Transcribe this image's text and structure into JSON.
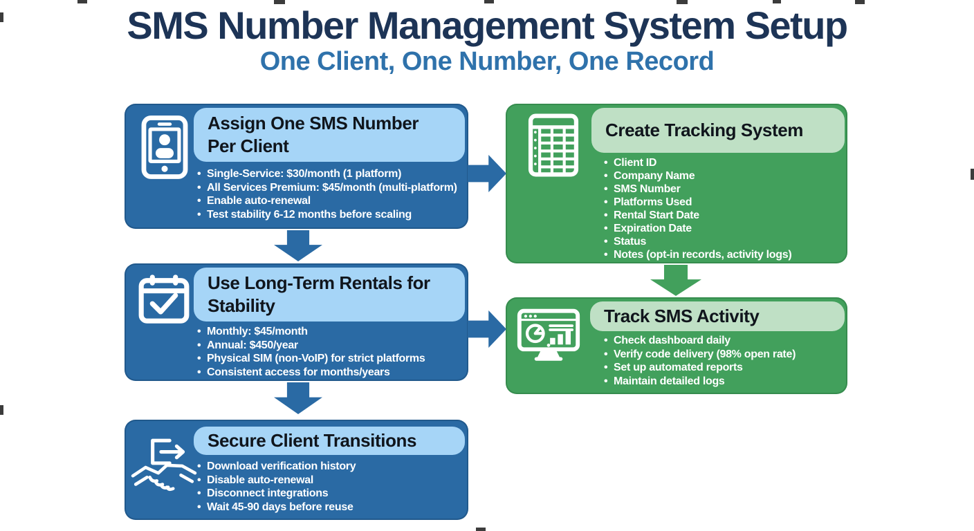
{
  "header": {
    "title": "SMS Number Management System Setup",
    "subtitle": "One Client, One Number, One Record"
  },
  "colors": {
    "blue_card": "#2a6aa4",
    "blue_title_pill": "#a6d5f7",
    "green_card": "#42a05c",
    "green_title_pill": "#bfe0c5",
    "heading_text": "#1d3456",
    "subheading_text": "#2f72ab",
    "card_title_text": "#10151c",
    "bullet_text": "#ffffff"
  },
  "cards": [
    {
      "id": "assign-number",
      "color": "blue",
      "icon": "phone-user-icon",
      "title": "Assign One SMS Number Per Client",
      "bullets": [
        "Single-Service: $30/month (1 platform)",
        "All Services Premium: $45/month (multi-platform)",
        "Enable auto-renewal",
        "Test stability 6-12 months before scaling"
      ]
    },
    {
      "id": "tracking-system",
      "color": "green",
      "icon": "spreadsheet-icon",
      "title": "Create Tracking System",
      "bullets": [
        "Client ID",
        "Company Name",
        "SMS Number",
        "Platforms Used",
        "Rental Start Date",
        "Expiration Date",
        "Status",
        "Notes (opt-in records, activity logs)"
      ]
    },
    {
      "id": "long-term-rentals",
      "color": "blue",
      "icon": "calendar-check-icon",
      "title": "Use Long-Term Rentals for Stability",
      "bullets": [
        "Monthly: $45/month",
        "Annual: $450/year",
        "Physical SIM (non-VoIP) for strict platforms",
        "Consistent access for months/years"
      ]
    },
    {
      "id": "track-activity",
      "color": "green",
      "icon": "dashboard-monitor-icon",
      "title": "Track SMS Activity",
      "bullets": [
        "Check dashboard daily",
        "Verify code delivery (98% open rate)",
        "Set up automated reports",
        "Maintain detailed logs"
      ]
    },
    {
      "id": "client-transitions",
      "color": "blue",
      "icon": "handshake-exit-icon",
      "title": "Secure Client Transitions",
      "bullets": [
        "Download verification history",
        "Disable auto-renewal",
        "Disconnect integrations",
        "Wait 45-90 days before reuse"
      ]
    }
  ],
  "flow": [
    {
      "from": "assign-number",
      "to": "tracking-system",
      "direction": "right",
      "color": "blue"
    },
    {
      "from": "assign-number",
      "to": "long-term-rentals",
      "direction": "down",
      "color": "blue"
    },
    {
      "from": "tracking-system",
      "to": "track-activity",
      "direction": "down",
      "color": "green"
    },
    {
      "from": "long-term-rentals",
      "to": "track-activity",
      "direction": "right",
      "color": "blue"
    },
    {
      "from": "long-term-rentals",
      "to": "client-transitions",
      "direction": "down",
      "color": "blue"
    }
  ]
}
